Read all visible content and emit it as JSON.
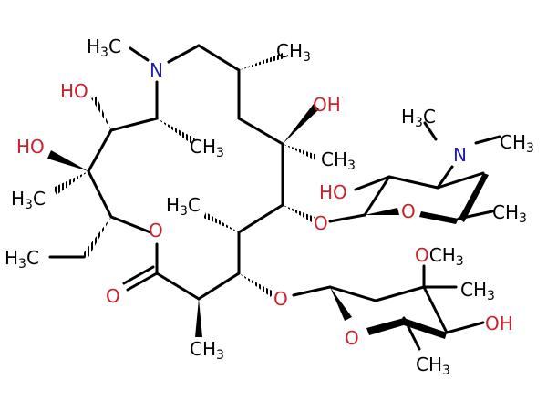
{
  "diagram": {
    "type": "chemical-structure",
    "colors": {
      "carbon": "#000000",
      "oxygen": "#c8232c",
      "nitrogen": "#1d1dab",
      "background": "#ffffff"
    },
    "labels": {
      "n_methyl_macro": "H3C",
      "n_macro": "N",
      "ch3_top": "CH3",
      "oh_c11": "HO",
      "oh_c12": "HO",
      "ch3_c10": "CH3",
      "ch3_c12": "H3C",
      "ch3_ethyl": "H3C",
      "o_ring": "O",
      "o_carbonyl": "O",
      "ch3_c2": "CH3",
      "ch3_c4": "H3C",
      "oh_c6": "OH",
      "ch3_c6": "CH3",
      "o_glyco_desosamine": "O",
      "o_glyco_cladinose": "O",
      "desosamine_nme_left": "H3C",
      "desosamine_n": "N",
      "desosamine_nme_right": "CH3",
      "desosamine_oh": "HO",
      "desosamine_ring_o": "O",
      "desosamine_ch3": "CH3",
      "cladinose_och3": "OCH3",
      "cladinose_ch3": "CH3",
      "cladinose_oh": "OH",
      "cladinose_ring_o": "O",
      "cladinose_ch3_bottom": "CH3"
    }
  }
}
